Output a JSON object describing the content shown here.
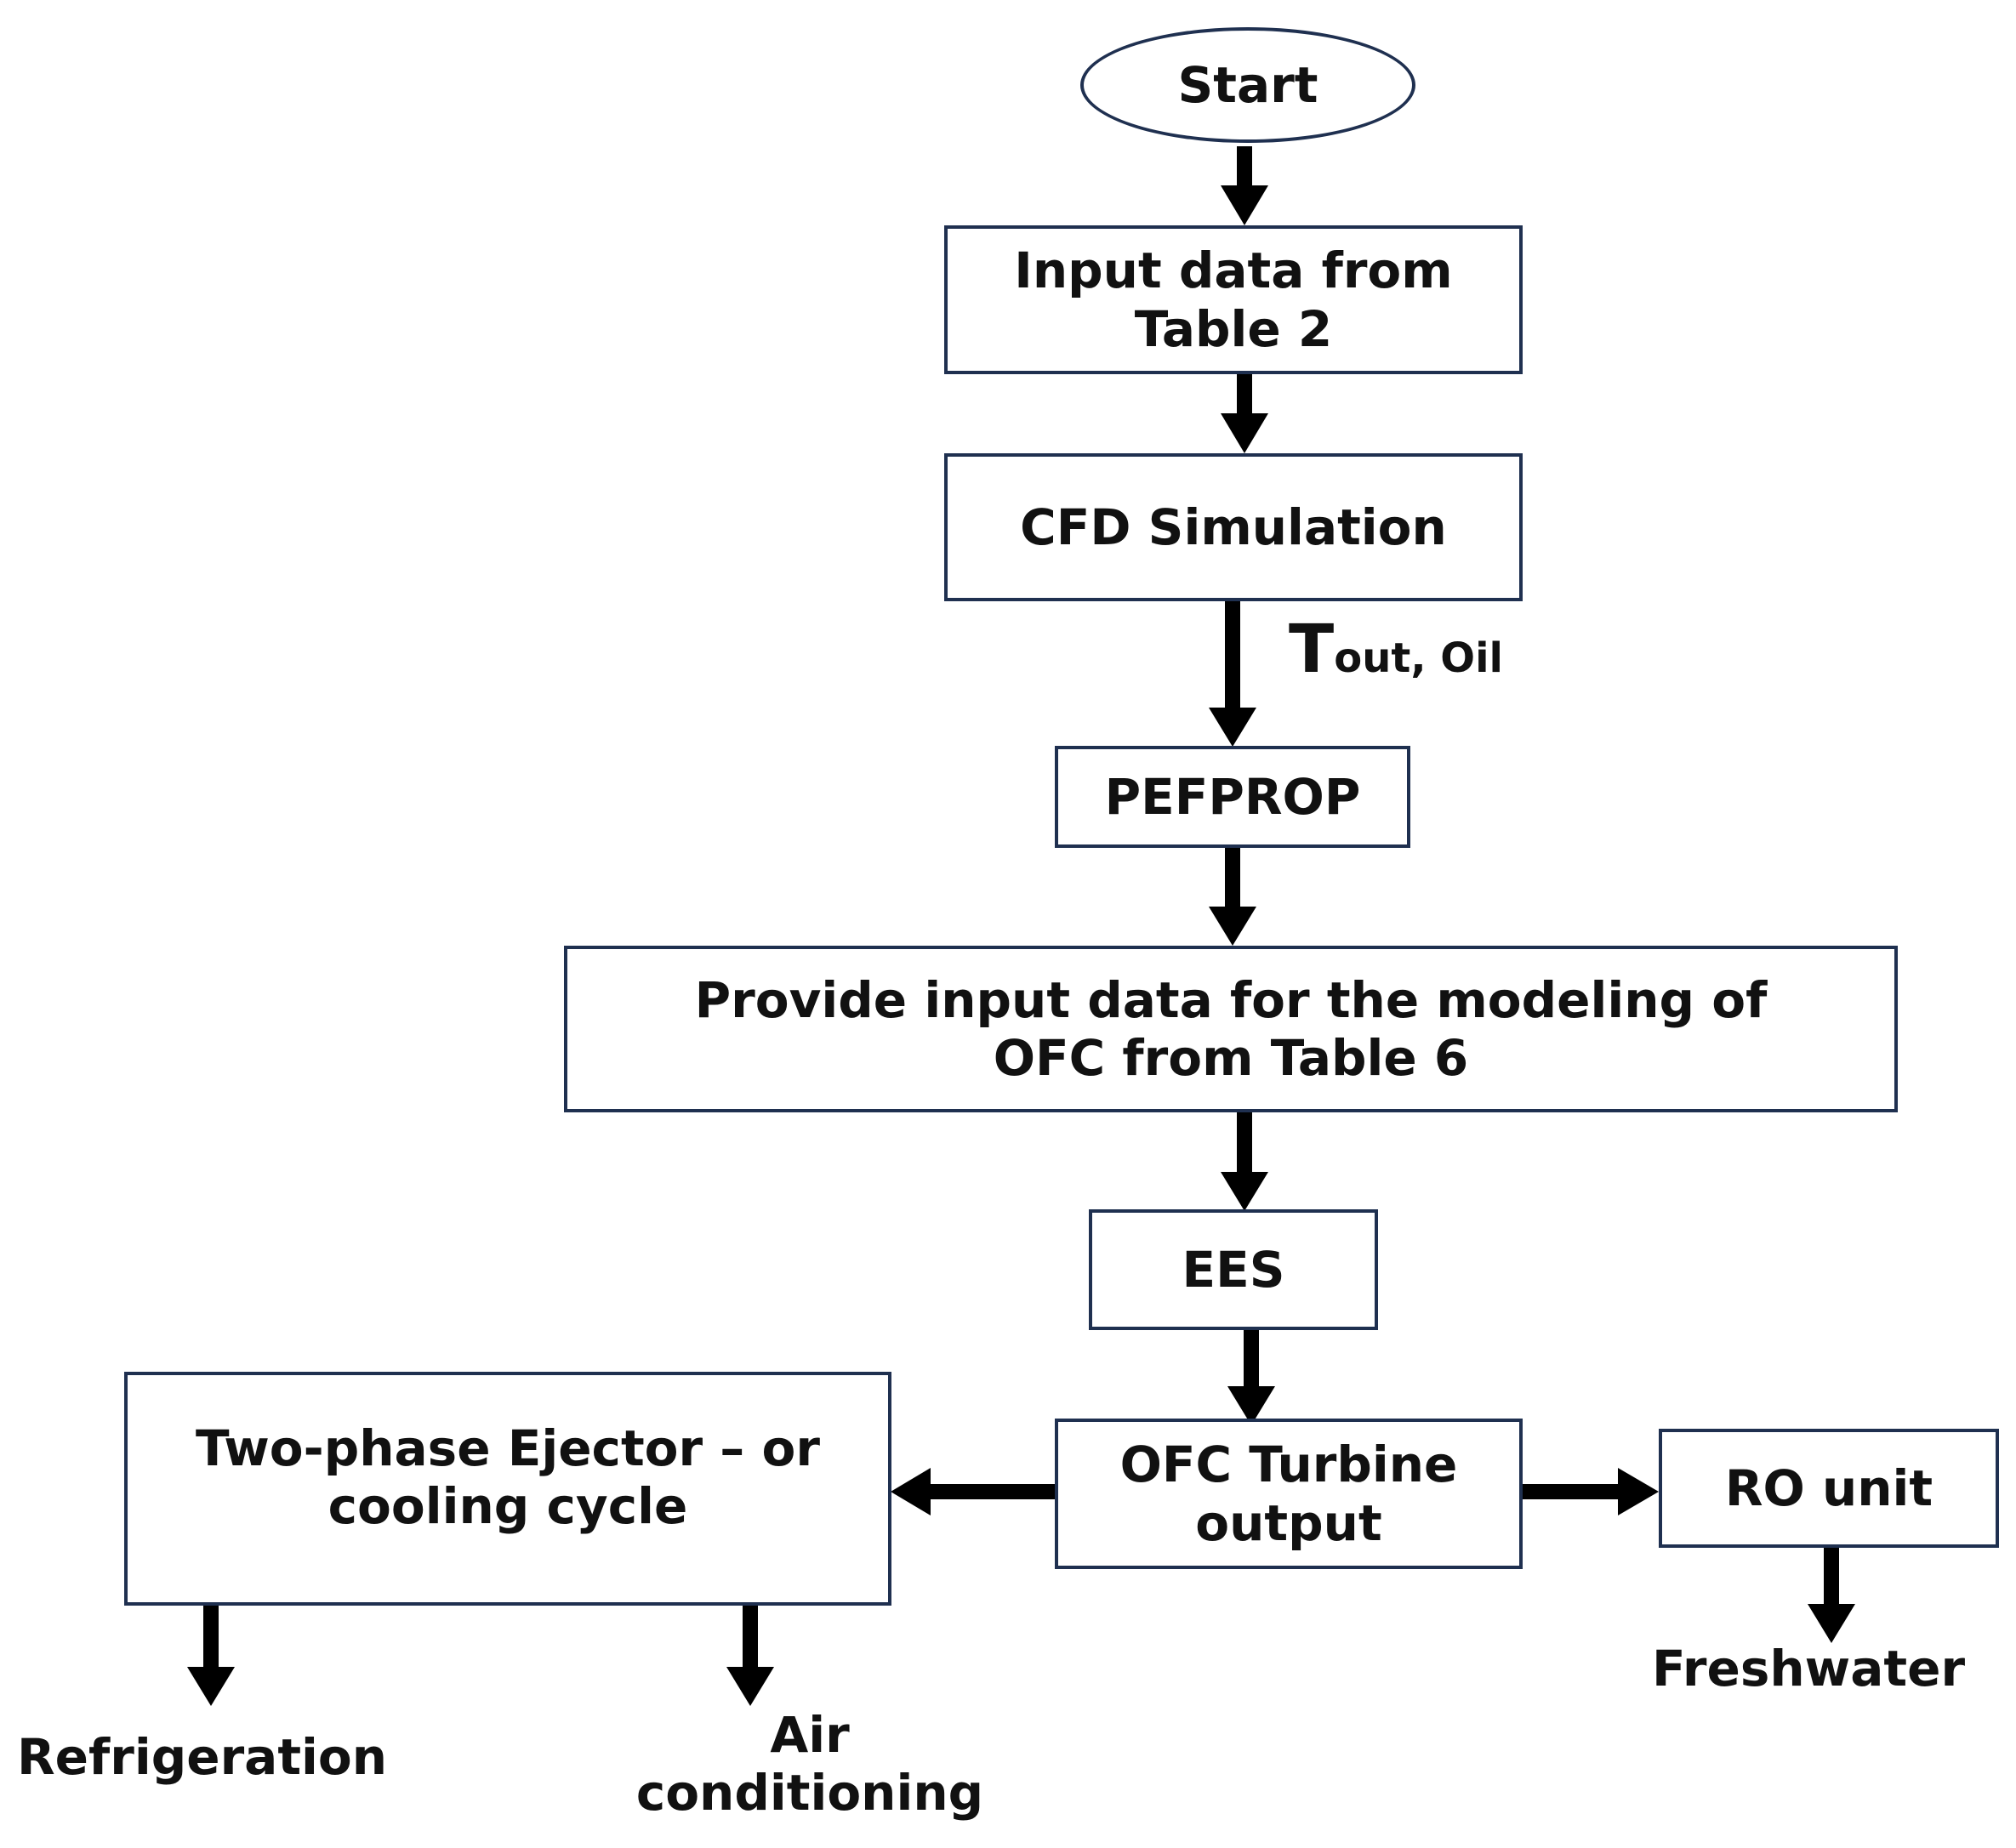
{
  "nodes": {
    "start": "Start",
    "input_data_line1": "Input data from",
    "input_data_line2": "Table 2",
    "cfd_simulation": "CFD Simulation",
    "pefprop": "PEFPROP",
    "provide_input_line1": "Provide input data for the modeling of",
    "provide_input_line2": "OFC from Table 6",
    "ees": "EES",
    "ofc_turbine_line1": "OFC Turbine",
    "ofc_turbine_line2": "output",
    "ejector_line1": "Two-phase Ejector – or",
    "ejector_line2": "cooling cycle",
    "ro_unit": "RO unit"
  },
  "edge_labels": {
    "t_out_main": "T",
    "t_out_sub": "out, Oil"
  },
  "outputs": {
    "refrigeration": "Refrigeration",
    "air_line1": "Air",
    "air_line2": "conditioning",
    "freshwater": "Freshwater"
  },
  "colors": {
    "box_border": "#1f3050",
    "arrow": "#000000",
    "text": "#111111"
  }
}
